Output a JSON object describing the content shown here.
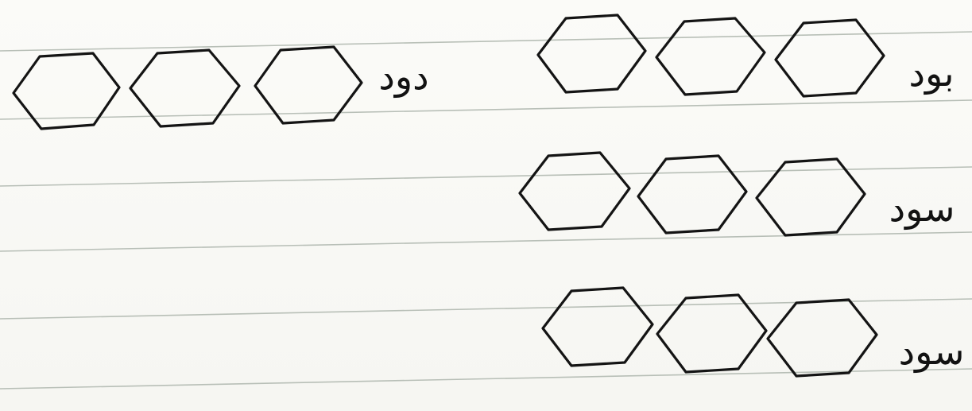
{
  "words": [
    {
      "id": "dud",
      "text": "دود",
      "boxes": 3
    },
    {
      "id": "bud",
      "text": "بود",
      "boxes": 3
    },
    {
      "id": "sud-1",
      "text": "سود",
      "boxes": 3
    },
    {
      "id": "sud-2",
      "text": "سود",
      "boxes": 3
    }
  ]
}
